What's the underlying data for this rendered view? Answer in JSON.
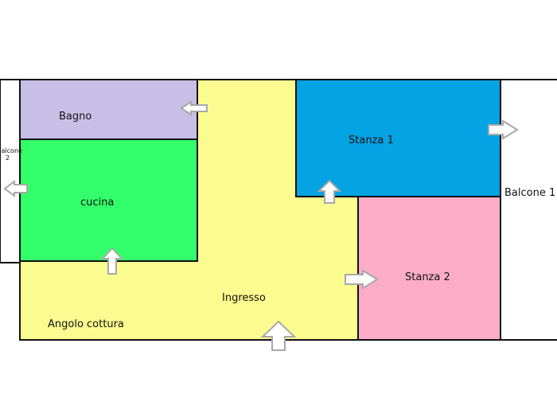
{
  "floor_plan": {
    "rooms": {
      "bagno": {
        "label": "Bagno",
        "color": "#c8bfe6"
      },
      "cucina": {
        "label": "cucina",
        "color": "#33ff6b"
      },
      "ingresso": {
        "label": "Ingresso",
        "color": "#fbfb8f"
      },
      "stanza1": {
        "label": "Stanza 1",
        "color": "#04a3e3"
      },
      "stanza2": {
        "label": "Stanza 2",
        "color": "#fbadc7"
      }
    },
    "annotations": {
      "angolo_cottura": "Angolo cottura",
      "balcone1": "Balcone 1",
      "balcone2_line1": "Balcone",
      "balcone2_line2": "2"
    },
    "colors": {
      "walls": "#111111",
      "arrow_fill": "#ffffff",
      "arrow_stroke": "#a8a8a8",
      "balcony": "#ffffff"
    }
  }
}
